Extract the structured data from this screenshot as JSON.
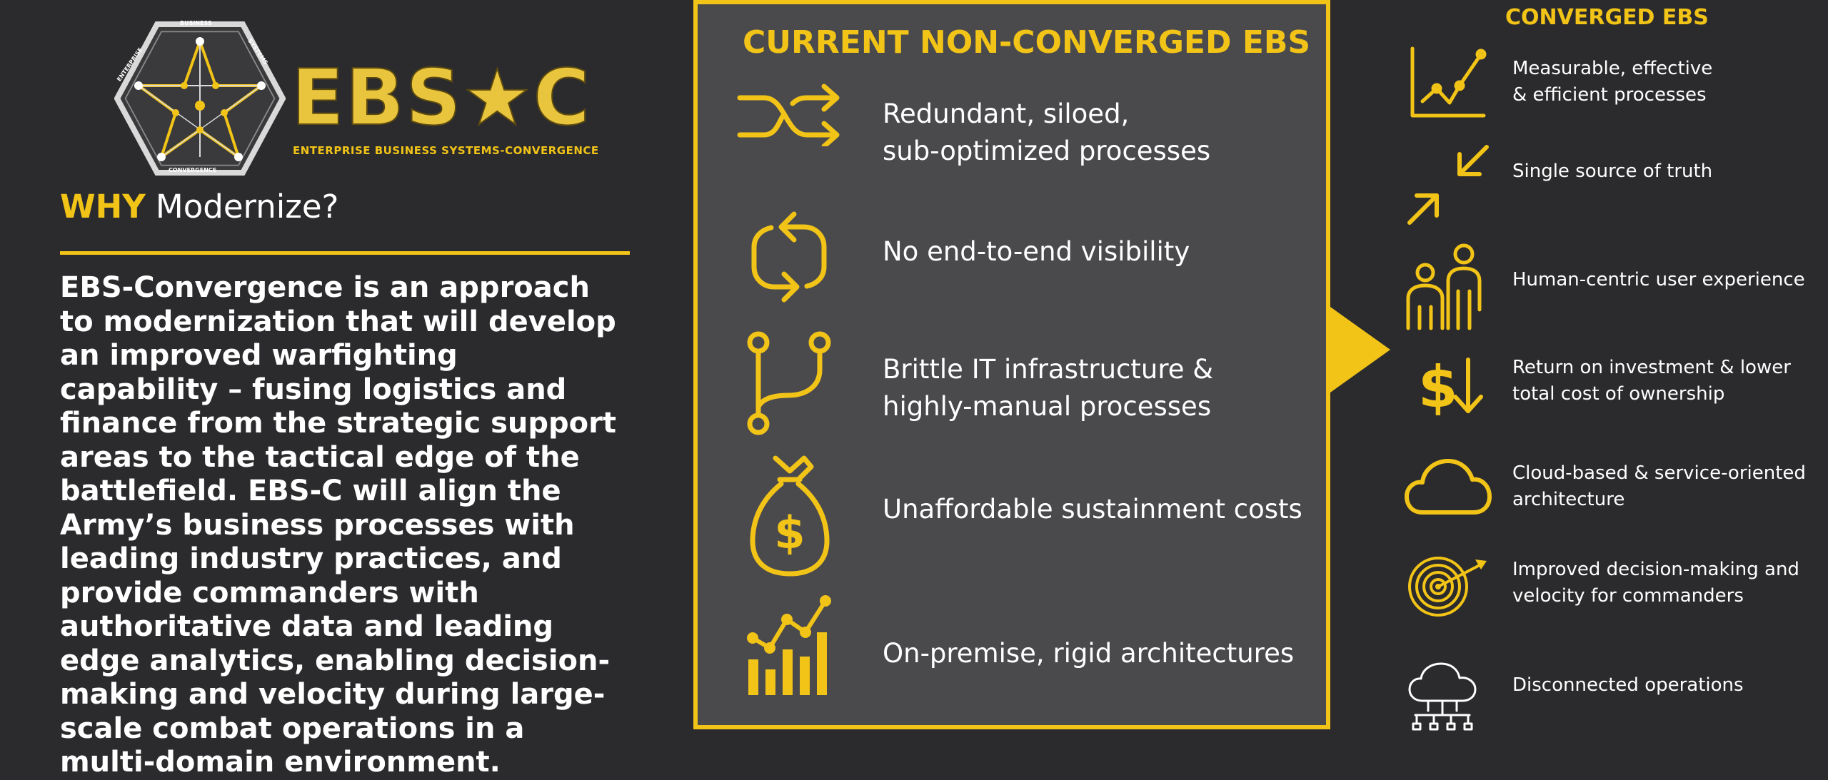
{
  "logo": {
    "title": "EBS★C",
    "subtitle": "ENTERPRISE BUSINESS SYSTEMS-CONVERGENCE",
    "ring_top": "BUSINESS",
    "ring_right": "SYSTEMS",
    "ring_left": "ENTERPRISE",
    "ring_bottom": "CONVERGENCE"
  },
  "left": {
    "heading_key": "WHY",
    "heading_rest": "Modernize?",
    "body": "EBS-Convergence is an approach to modernization that will develop an improved warfighting capability – fusing logistics and finance from the strategic support areas to the tactical edge of the battlefield. EBS-C will align the Army’s business processes with leading industry practices, and provide commanders with authoritative data and leading edge analytics, enabling decision-making and velocity during large-scale combat operations in a multi-domain environment."
  },
  "current": {
    "title": "CURRENT NON-CONVERGED EBS",
    "items": [
      {
        "icon": "shuffle-arrows-icon",
        "text_lines": [
          "Redundant, siloed,",
          "sub-optimized processes"
        ]
      },
      {
        "icon": "refresh-cycle-icon",
        "text_lines": [
          "No end-to-end visibility"
        ]
      },
      {
        "icon": "branching-path-icon",
        "text_lines": [
          "Brittle IT infrastructure &",
          "highly-manual processes"
        ]
      },
      {
        "icon": "money-bag-icon",
        "text_lines": [
          "Unaffordable sustainment costs"
        ]
      },
      {
        "icon": "bar-line-chart-icon",
        "text_lines": [
          "On-premise, rigid architectures"
        ]
      }
    ]
  },
  "converged": {
    "title": "CONVERGED EBS",
    "items": [
      {
        "icon": "line-chart-icon",
        "text_lines": [
          "Measurable, effective",
          "& efficient processes"
        ]
      },
      {
        "icon": "converging-arrows-icon",
        "text_lines": [
          "Single source of truth"
        ]
      },
      {
        "icon": "users-icon",
        "text_lines": [
          "Human-centric user experience"
        ]
      },
      {
        "icon": "dollar-down-icon",
        "text_lines": [
          "Return on investment & lower",
          "total cost of ownership"
        ]
      },
      {
        "icon": "cloud-icon",
        "text_lines": [
          "Cloud-based & service-oriented",
          "architecture"
        ]
      },
      {
        "icon": "target-icon",
        "text_lines": [
          "Improved decision-making and",
          "velocity for commanders"
        ]
      },
      {
        "icon": "cloud-network-icon",
        "text_lines": [
          "Disconnected operations"
        ]
      }
    ]
  },
  "colors": {
    "background": "#2b2b2d",
    "panel": "#4a4a4d",
    "accent": "#f2c417",
    "text": "#ffffff"
  }
}
